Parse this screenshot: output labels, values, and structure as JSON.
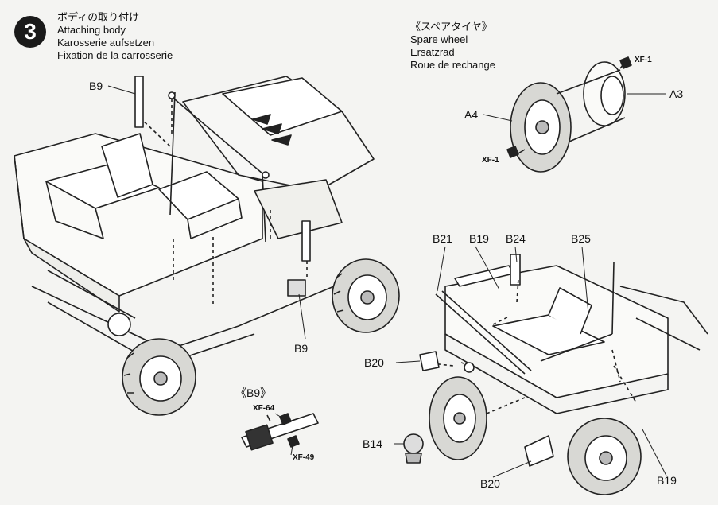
{
  "step": {
    "number": "3"
  },
  "heading": {
    "jp": "ボディの取り付け",
    "en": "Attaching body",
    "de": "Karosserie aufsetzen",
    "fr": "Fixation de la carrosserie"
  },
  "spare": {
    "jp": "《スペアタイヤ》",
    "en": "Spare wheel",
    "de": "Ersatzrad",
    "fr": "Roue de rechange"
  },
  "parts": {
    "b9_top": "B9",
    "b9_bottom": "B9",
    "a4": "A4",
    "a3": "A3",
    "xf1_top": "XF-1",
    "xf1_bottom": "XF-1",
    "b21": "B21",
    "b19_top": "B19",
    "b24": "B24",
    "b25": "B25",
    "b20_left": "B20",
    "b14": "B14",
    "b20_bottom": "B20",
    "b19_bottom": "B19"
  },
  "inset": {
    "title": "《B9》",
    "paint_top": "XF-64",
    "paint_bottom": "XF-49"
  }
}
